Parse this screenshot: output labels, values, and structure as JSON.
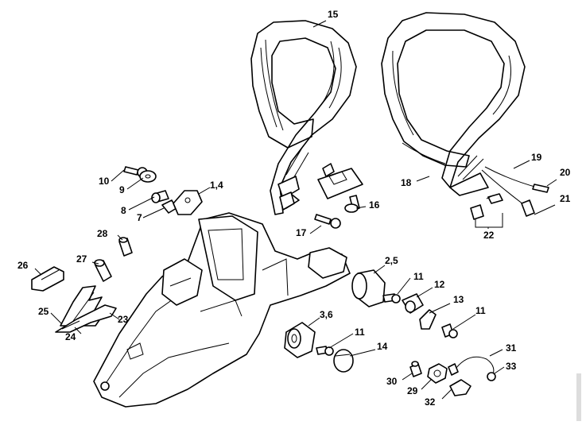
{
  "callouts": {
    "c15": "15",
    "c10": "10",
    "c9": "9",
    "c1_4": "1,4",
    "c8": "8",
    "c7": "7",
    "c16": "16",
    "c17": "17",
    "c18": "18",
    "c19": "19",
    "c20": "20",
    "c21": "21",
    "c22": "22",
    "c28": "28",
    "c26": "26",
    "c27": "27",
    "c25": "25",
    "c24": "24",
    "c23": "23",
    "c2_5": "2,5",
    "c11a": "11",
    "c12": "12",
    "c13": "13",
    "c11b": "11",
    "c3_6": "3,6",
    "c11c": "11",
    "c14": "14",
    "c31": "31",
    "c33": "33",
    "c30": "30",
    "c29": "29",
    "c32": "32"
  },
  "colors": {
    "line": "#000000",
    "background": "#ffffff"
  }
}
